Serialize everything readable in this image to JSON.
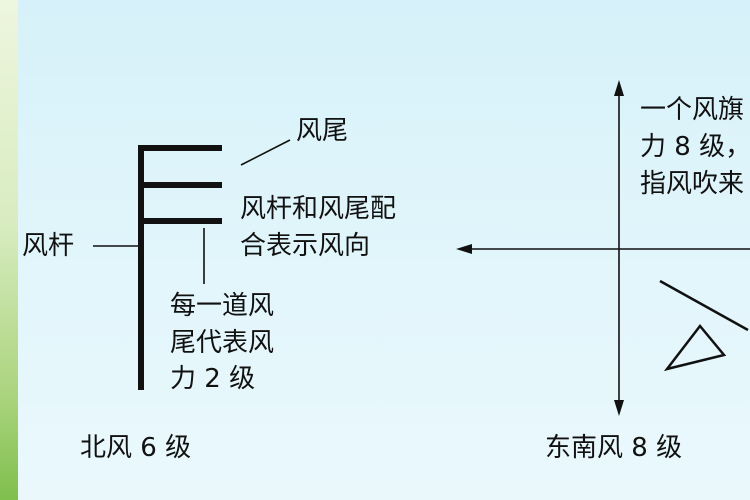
{
  "labels": {
    "wind_tail": "风尾",
    "wind_shaft": "风杆",
    "shaft_tail_note": [
      "风杆和风尾配",
      "合表示风向"
    ],
    "each_tail_note": [
      "每一道风",
      "尾代表风",
      "力 2 级"
    ],
    "north_wind": "北风 6 级",
    "southeast_wind": "东南风 8 级",
    "flag_note": [
      "一个风旗",
      "力 8 级，",
      "指风吹来"
    ]
  },
  "colors": {
    "background": "#ddf3fa",
    "ink": "#111111",
    "leaf": "#8fc45e"
  }
}
